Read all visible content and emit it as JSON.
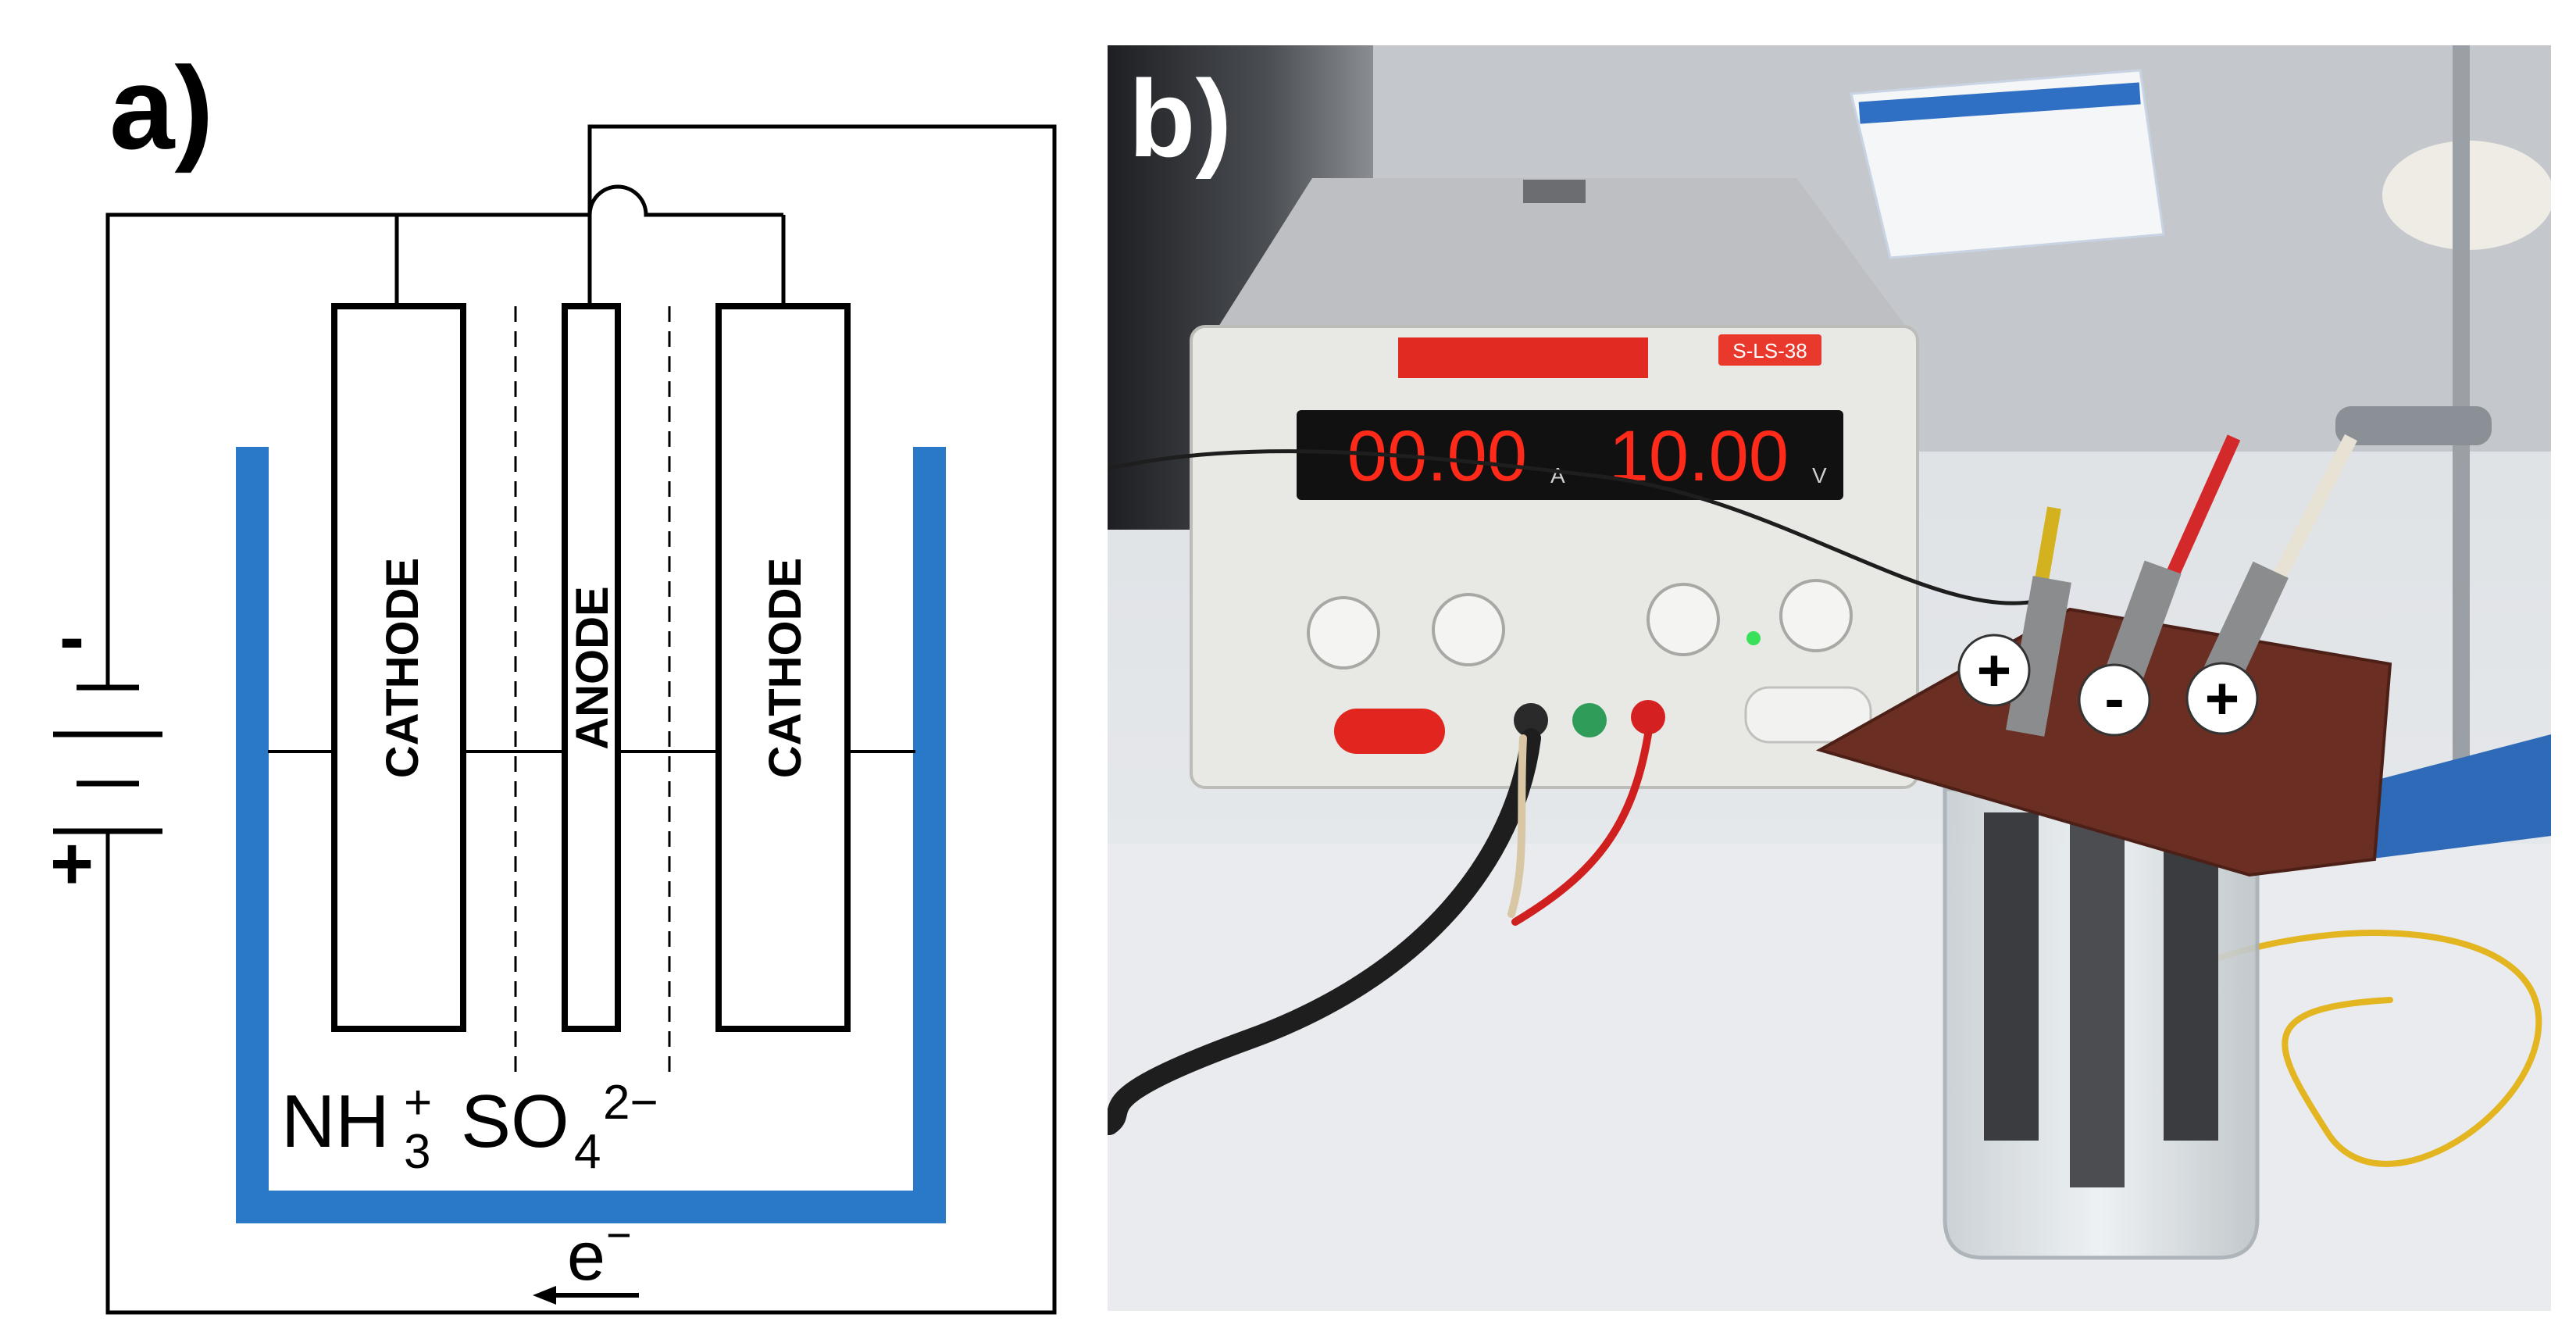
{
  "figure": {
    "panel_a_label": "a)",
    "panel_b_label": "b)"
  },
  "schematic": {
    "battery_negative": "-",
    "battery_positive": "+",
    "electrodes": [
      "CATHODE",
      "ANODE",
      "CATHODE"
    ],
    "electrolyte": {
      "nh": "NH",
      "nh_sub": "3",
      "nh_sup": "+",
      "so": "SO",
      "so_sub": "4",
      "so_sup": "2−"
    },
    "electron_flow": {
      "symbol": "e",
      "charge": "−"
    },
    "colors": {
      "container": "#2a78c8",
      "wire": "#000000"
    }
  },
  "photo": {
    "current_readout": "00.00",
    "current_unit": "A",
    "voltage_readout": "10.00",
    "voltage_unit": "V",
    "model_badge": "S-LS-38",
    "electrode_signs": [
      "+",
      "-",
      "+"
    ],
    "colors": {
      "led_digits": "#ff2a1a",
      "supply_body": "#e8e8e4",
      "board": "#6b2e22",
      "bench": "#e7e9ec"
    }
  }
}
